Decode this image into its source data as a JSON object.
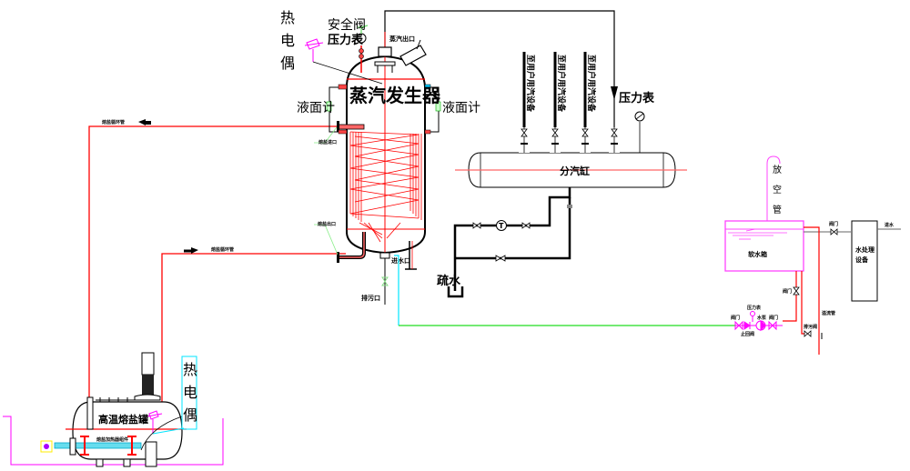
{
  "diagram": {
    "title": "熔盐蒸汽发生系统流程图",
    "colors": {
      "molten_salt_line": "#ff0000",
      "steam_line": "#000000",
      "feed_water_line": "#00cc00",
      "cyan_line": "#00e5ff",
      "magenta_equipment": "#ff00ff",
      "soft_water_tank": "#ff44ff"
    },
    "steam_generator": {
      "name": "蒸汽发生器",
      "thermocouple_label": [
        "热",
        "电",
        "偶"
      ],
      "safety_valve": "安全阀",
      "pressure_gauge": "压力表",
      "steam_outlet": "蒸汽出口",
      "level_gauge_left": "液面计",
      "level_gauge_right": "液面计",
      "salt_inlet_label": "熔盐进口",
      "salt_outlet_label": "熔盐出口",
      "water_inlet": "进水口",
      "drain_outlet": "排污口"
    },
    "pipes": {
      "salt_return_top": "熔盐循环管",
      "salt_supply_bottom": "熔盐循环管"
    },
    "steam_header": {
      "name": "分汽缸",
      "pressure_gauge": "压力表",
      "user_branches": [
        "至用户用汽设备",
        "至用户用汽设备",
        "至用户用汽设备"
      ],
      "trap_label": "T",
      "drain_label": "疏水"
    },
    "soft_water_tank": {
      "name": "软水箱",
      "vent_label": [
        "放",
        "空",
        "管"
      ]
    },
    "water_treatment": {
      "name_line1": "水处理",
      "name_line2": "设备",
      "inlet_label": "进水",
      "valve_label": "阀门"
    },
    "feed_pump_group": {
      "labels": [
        "阀门",
        "止回阀",
        "压力表",
        "水泵",
        "阀门"
      ],
      "valve_label": "阀门",
      "overflow_label": "溢流管",
      "drain_valve_label": "排污阀"
    },
    "salt_tank": {
      "name": "高温熔盐罐",
      "heater_label": "熔盐加热器组件",
      "thermocouple_label": [
        "热",
        "电",
        "偶"
      ]
    }
  }
}
